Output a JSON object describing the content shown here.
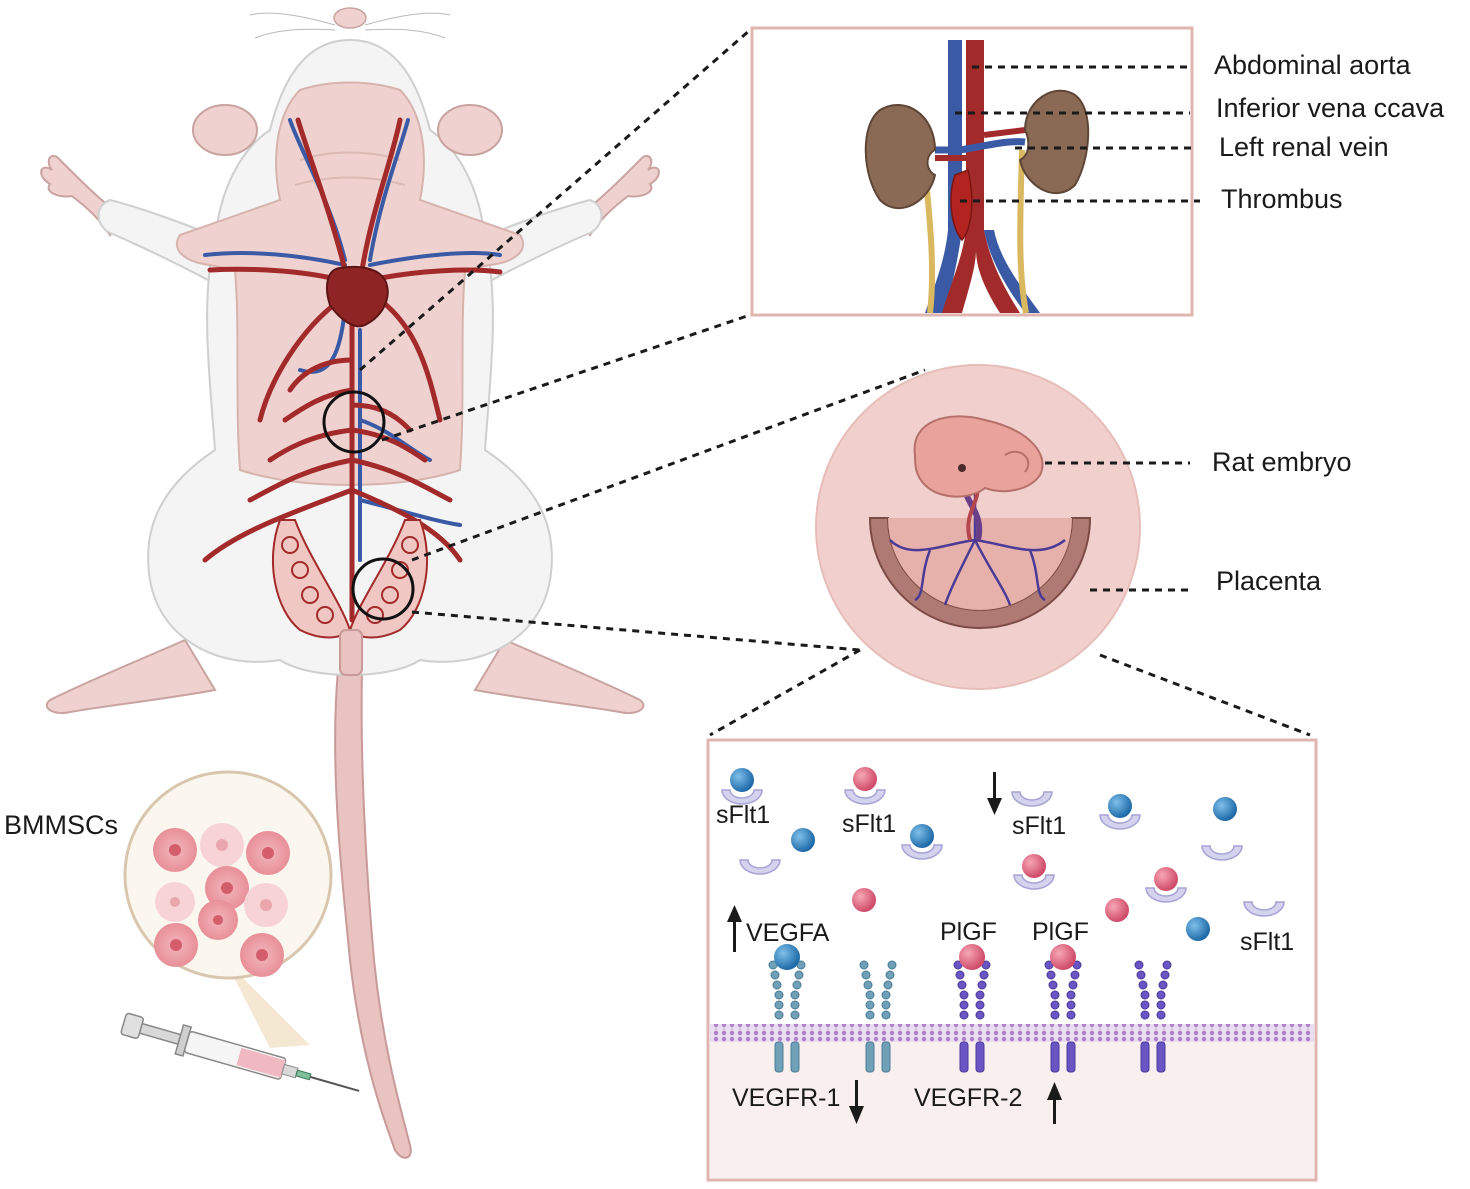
{
  "kidney_labels": {
    "abdominal_aorta": "Abdominal aorta",
    "inferior_vena_cava": "Inferior vena ccava",
    "left_renal_vein": "Left renal vein",
    "thrombus": "Thrombus"
  },
  "placenta_labels": {
    "rat_embryo": "Rat embryo",
    "placenta": "Placenta"
  },
  "cells_label": "BMMSCs",
  "molecular": {
    "sflt1_a": "sFlt1",
    "sflt1_b": "sFlt1",
    "sflt1_c": "sFlt1",
    "sflt1_d": "sFlt1",
    "vegfa": "VEGFA",
    "plgf_a": "PlGF",
    "plgf_b": "PlGF",
    "vegfr1": "VEGFR-1",
    "vegfr2": "VEGFR-2"
  },
  "colors": {
    "artery": "#a32a2a",
    "vein": "#3a5aa6",
    "skin": "#f1d7d3",
    "fur": "#f4f4f4",
    "vegf_ball": "#2f7fc1",
    "plgf_ball": "#de5e7a",
    "receptor1": "#6fa0b8",
    "receptor2": "#6a55c4",
    "panel_border": "#e0b5b0"
  },
  "icons": [
    "rat-icon",
    "heart-icon",
    "kidney-icon",
    "embryo-icon",
    "syringe-icon",
    "cell-icon",
    "arrow-up-icon",
    "arrow-down-icon"
  ]
}
